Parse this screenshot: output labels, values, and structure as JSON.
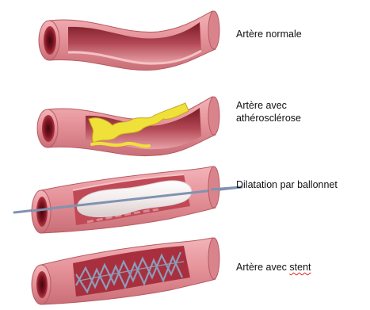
{
  "labels": {
    "normal": "Artère normale",
    "athero_line1": "Artère avec",
    "athero_line2": "athérosclérose",
    "dilatation": "Dilatation par ballonnet",
    "stent_prefix": "Artère avec ",
    "stent_word": "stent"
  },
  "colors": {
    "vessel_outer": "#e6939a",
    "vessel_outline": "#b85a63",
    "lumen_dark": "#6e1420",
    "lumen_mid": "#a83440",
    "inner_wall": "#f4c3c5",
    "plaque": "#f0e03a",
    "plaque_edge": "#c4a81c",
    "balloon": "#f1ecec",
    "wire": "#7f93b0",
    "stent": "#8e9cba"
  }
}
